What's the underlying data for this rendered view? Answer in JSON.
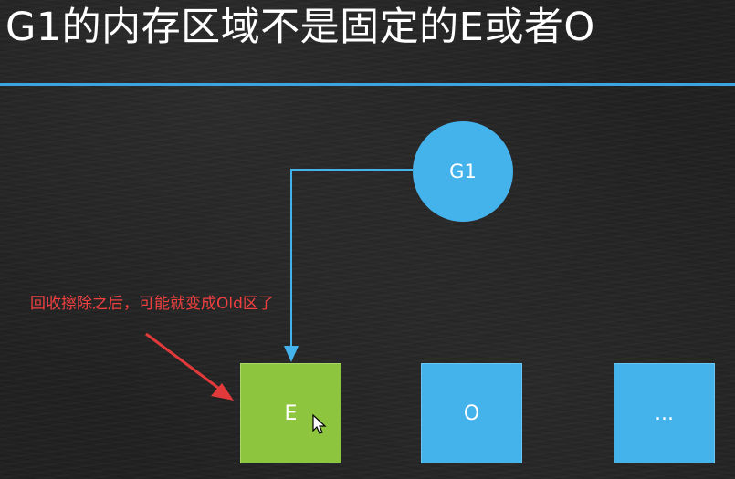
{
  "slide": {
    "title": "G1的内存区域不是固定的E或者O",
    "node": {
      "label": "G1"
    },
    "regions": [
      {
        "label": "E",
        "color": "#8dc53e"
      },
      {
        "label": "O",
        "color": "#44b3ec"
      },
      {
        "label": "...",
        "color": "#44b3ec"
      }
    ],
    "annotation": "回收擦除之后，可能就变成Old区了"
  },
  "colors": {
    "accent_line": "#3aa5e0",
    "connector": "#44b3ec",
    "annotation": "#f04040"
  }
}
